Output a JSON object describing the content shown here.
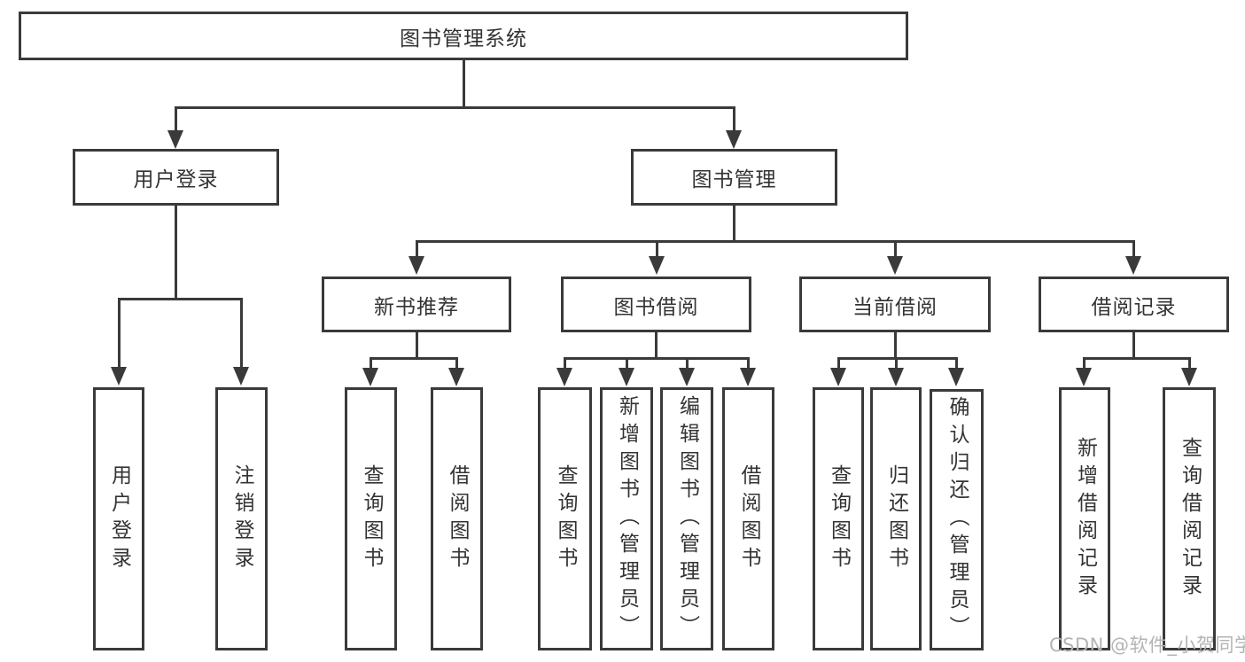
{
  "diagram": {
    "root": {
      "label": "图书管理系统"
    },
    "branches": [
      {
        "label": "用户登录"
      },
      {
        "label": "图书管理"
      }
    ],
    "modules": [
      {
        "label": "新书推荐"
      },
      {
        "label": "图书借阅"
      },
      {
        "label": "当前借阅"
      },
      {
        "label": "借阅记录"
      }
    ],
    "leaves": {
      "user_login": [
        {
          "label": "用户登录"
        },
        {
          "label": "注销登录"
        }
      ],
      "new_book_recommend": [
        {
          "label": "查询图书"
        },
        {
          "label": "借阅图书"
        }
      ],
      "book_borrow": [
        {
          "label": "查询图书"
        },
        {
          "label": "新增图书（管理员）"
        },
        {
          "label": "编辑图书（管理员）"
        },
        {
          "label": "借阅图书"
        }
      ],
      "current_borrow": [
        {
          "label": "查询图书"
        },
        {
          "label": "归还图书"
        },
        {
          "label": "确认归还（管理员）"
        }
      ],
      "borrow_record": [
        {
          "label": "新增借阅记录"
        },
        {
          "label": "查询借阅记录"
        }
      ]
    },
    "watermark": "CSDN @软件_小贺同学",
    "colors": {
      "line": "#3a3a3a",
      "text": "#333333",
      "watermark": "#b4b4b4",
      "background": "#ffffff"
    }
  }
}
